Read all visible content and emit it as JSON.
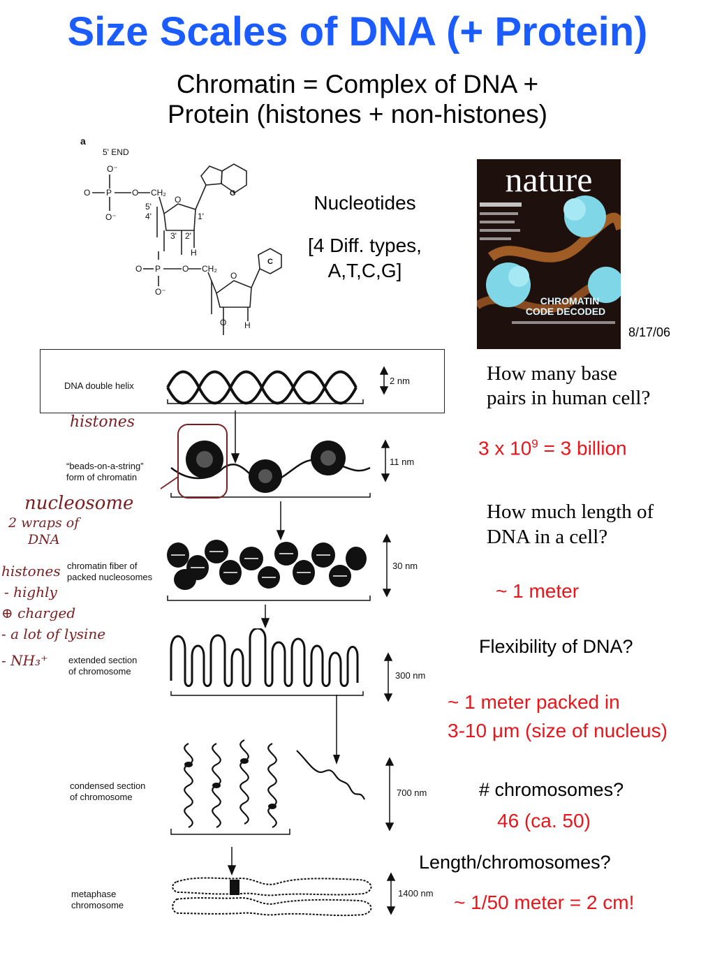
{
  "header": {
    "title": "Size Scales of DNA (+ Protein)",
    "subtitle_line1": "Chromatin = Complex of DNA +",
    "subtitle_line2": "Protein (histones + non-histones)"
  },
  "nucleotides": {
    "label": "Nucleotides",
    "types_line1": "[4 Diff. types,",
    "types_line2": "A,T,C,G]",
    "panel_letter": "a",
    "end_label": "5' END",
    "base_g": "G",
    "base_c": "C",
    "carbon_5": "5'",
    "carbon_4": "4'",
    "carbon_3": "3'",
    "carbon_2": "2'",
    "carbon_1": "1'",
    "hydrogen": "H",
    "oxygen": "O",
    "o_minus": "O⁻",
    "phosphorus": "P",
    "ch2": "CH₂"
  },
  "cover": {
    "masthead": "nature",
    "headline_line1": "CHROMATIN",
    "headline_line2": "CODE DECODED",
    "date": "8/17/06"
  },
  "diagram": {
    "levels": [
      {
        "label_line1": "DNA double helix",
        "label_line2": "",
        "scale": "2 nm"
      },
      {
        "label_line1": "“beads-on-a-string”",
        "label_line2": "form of chromatin",
        "scale": "11 nm"
      },
      {
        "label_line1": "chromatin fiber of",
        "label_line2": "packed nucleosomes",
        "scale": "30 nm"
      },
      {
        "label_line1": "extended section",
        "label_line2": "of chromosome",
        "scale": "300 nm"
      },
      {
        "label_line1": "condensed section",
        "label_line2": "of chromosome",
        "scale": "700 nm"
      },
      {
        "label_line1": "metaphase",
        "label_line2": "chromosome",
        "scale": "1400 nm"
      }
    ],
    "handwriting": {
      "histones": "histones",
      "nucleosome": "nucleosome",
      "wraps_line1": "2 wraps of",
      "wraps_line2": "DNA",
      "note_line1": "histones",
      "note_line2": "- highly",
      "note_line3": "⊕ charged",
      "note_line4": "- a lot of lysine",
      "note_line5": "- NH₃⁺"
    }
  },
  "qa": {
    "q1_line1": "How many base",
    "q1_line2": "pairs in human cell?",
    "a1_pre": "3 x 10",
    "a1_exp": "9",
    "a1_post": " = 3 billion",
    "q2_line1": "How much length of",
    "q2_line2": "DNA in a cell?",
    "a2": "~ 1 meter",
    "q3": "Flexibility of DNA?",
    "a3_line1": "~ 1 meter packed in",
    "a3_line2": "3-10 μm (size of nucleus)",
    "q4": "# chromosomes?",
    "a4": "46 (ca. 50)",
    "q5": "Length/chromosomes?",
    "a5": "~ 1/50 meter = 2 cm!"
  },
  "colors": {
    "title": "#1a5cff",
    "answer": "#e8151b",
    "handwriting": "#7a1e22"
  }
}
